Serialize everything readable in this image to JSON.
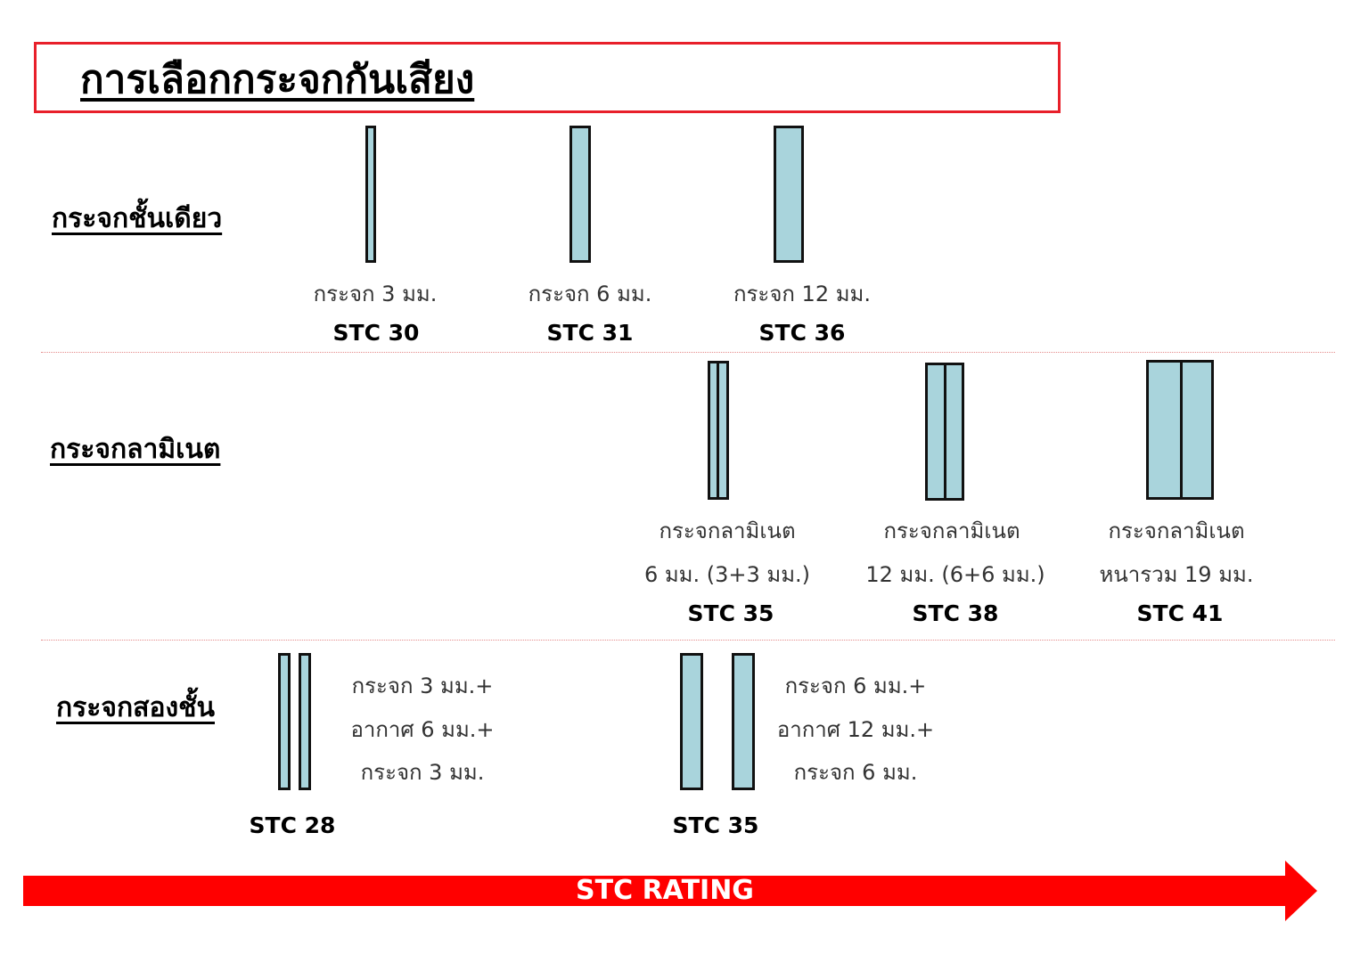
{
  "title": "การเลือกกระจกกันเสียง",
  "colors": {
    "frame": "#e8202a",
    "glass": "#a9d4dc",
    "arrow": "#ff0000"
  },
  "rows": {
    "single": {
      "label": "กระจกชั้นเดียว",
      "items": [
        {
          "caption": "กระจก 3 มม.",
          "stc": "STC 30"
        },
        {
          "caption": "กระจก 6 มม.",
          "stc": "STC 31"
        },
        {
          "caption": "กระจก 12 มม.",
          "stc": "STC 36"
        }
      ]
    },
    "laminated": {
      "label": "กระจกลามิเนต",
      "items": [
        {
          "line1": "กระจกลามิเนต",
          "line2": "6 มม. (3+3 มม.)",
          "stc": "STC 35"
        },
        {
          "line1": "กระจกลามิเนต",
          "line2": "12 มม. (6+6 มม.)",
          "stc": "STC 38"
        },
        {
          "line1": "กระจกลามิเนต",
          "line2": "หนารวม 19 มม.",
          "stc": "STC 41"
        }
      ]
    },
    "double": {
      "label": "กระจกสองชั้น",
      "items": [
        {
          "line1": "กระจก 3 มม.+",
          "line2": "อากาศ 6 มม.+",
          "line3": "กระจก 3 มม.",
          "stc": "STC 28"
        },
        {
          "line1": "กระจก 6 มม.+",
          "line2": "อากาศ 12 มม.+",
          "line3": "กระจก 6 มม.",
          "stc": "STC 35"
        }
      ]
    }
  },
  "arrow_label": "STC RATING"
}
